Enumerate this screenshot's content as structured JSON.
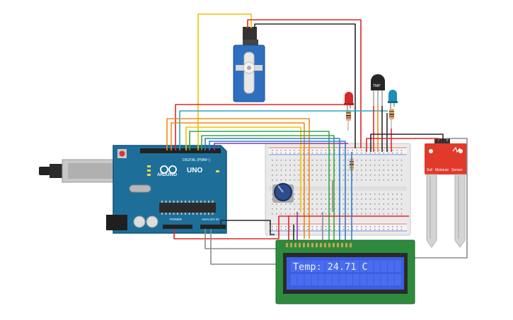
{
  "arduino": {
    "brand": "ARDUINO",
    "model": "UNO",
    "digital_label": "DIGITAL (PWM~)",
    "power_label": "POWER",
    "analog_label": "ANALOG IN"
  },
  "temp_sensor": {
    "label": "TMP"
  },
  "moisture_sensor": {
    "line1": "Soil",
    "line2": "Moisture",
    "line3": "Sensor"
  },
  "lcd": {
    "line1": "Temp: 24.71 C",
    "line2": ""
  },
  "colors": {
    "wire_red": "#e0262a",
    "wire_black": "#2a2a2a",
    "wire_yellow": "#f2c200",
    "wire_orange": "#f08a1a",
    "wire_green": "#35a845",
    "wire_blue": "#2f7fd0",
    "wire_purple": "#8a3aa8",
    "wire_teal": "#2aa3c8",
    "wire_gray": "#8a8a8a",
    "arduino_board": "#1d6f9a",
    "lcd_board": "#2e8b3e",
    "lcd_screen": "#3b5fe0",
    "moisture_board": "#e23a2a",
    "servo_body": "#2f6fbf"
  }
}
